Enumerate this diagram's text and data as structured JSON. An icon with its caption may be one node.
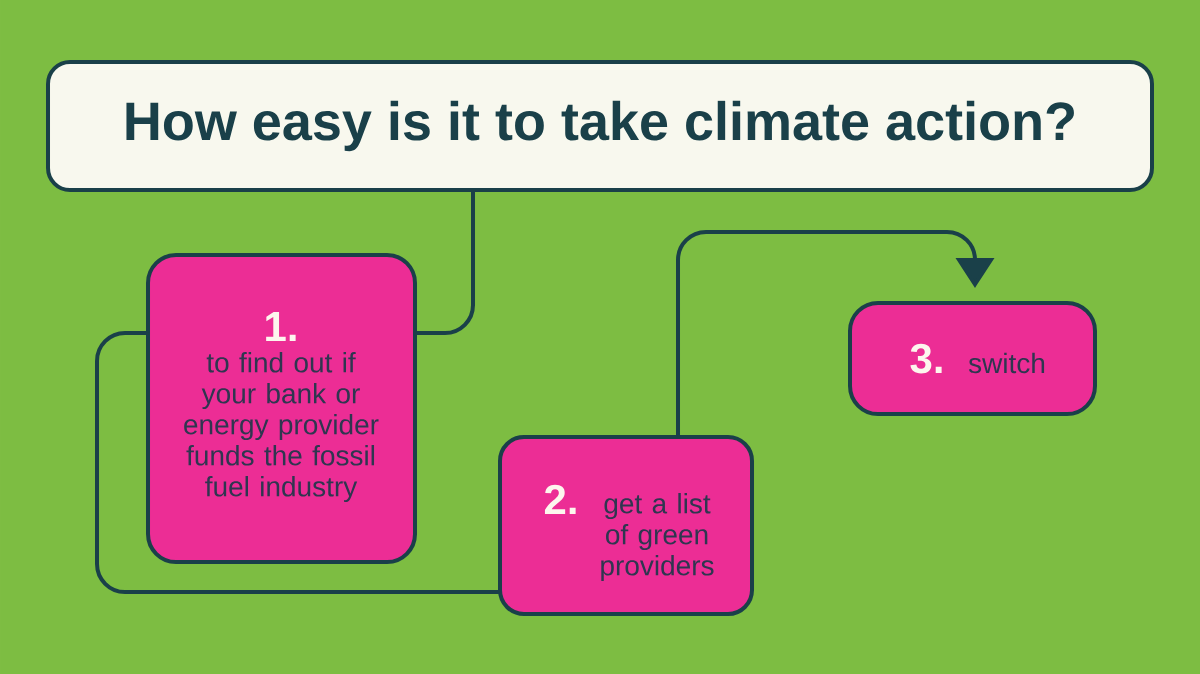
{
  "diagram": {
    "nodes": [
      {
        "text": [
          "How easy is it to take climate action?"
        ]
      },
      {
        "text": [
          "1.",
          "to find out if your bank or energy provider funds the fossil fuel industry"
        ]
      },
      {
        "text": [
          "2.",
          "get a list of green providers"
        ]
      },
      {
        "text": [
          "3.",
          "switch"
        ]
      }
    ],
    "edges": [
      {
        "from": 0,
        "to": 1,
        "arrow": "none"
      },
      {
        "from": 1,
        "to": 2,
        "arrow": "none"
      },
      {
        "from": 2,
        "to": 3,
        "arrow": "to"
      }
    ]
  }
}
